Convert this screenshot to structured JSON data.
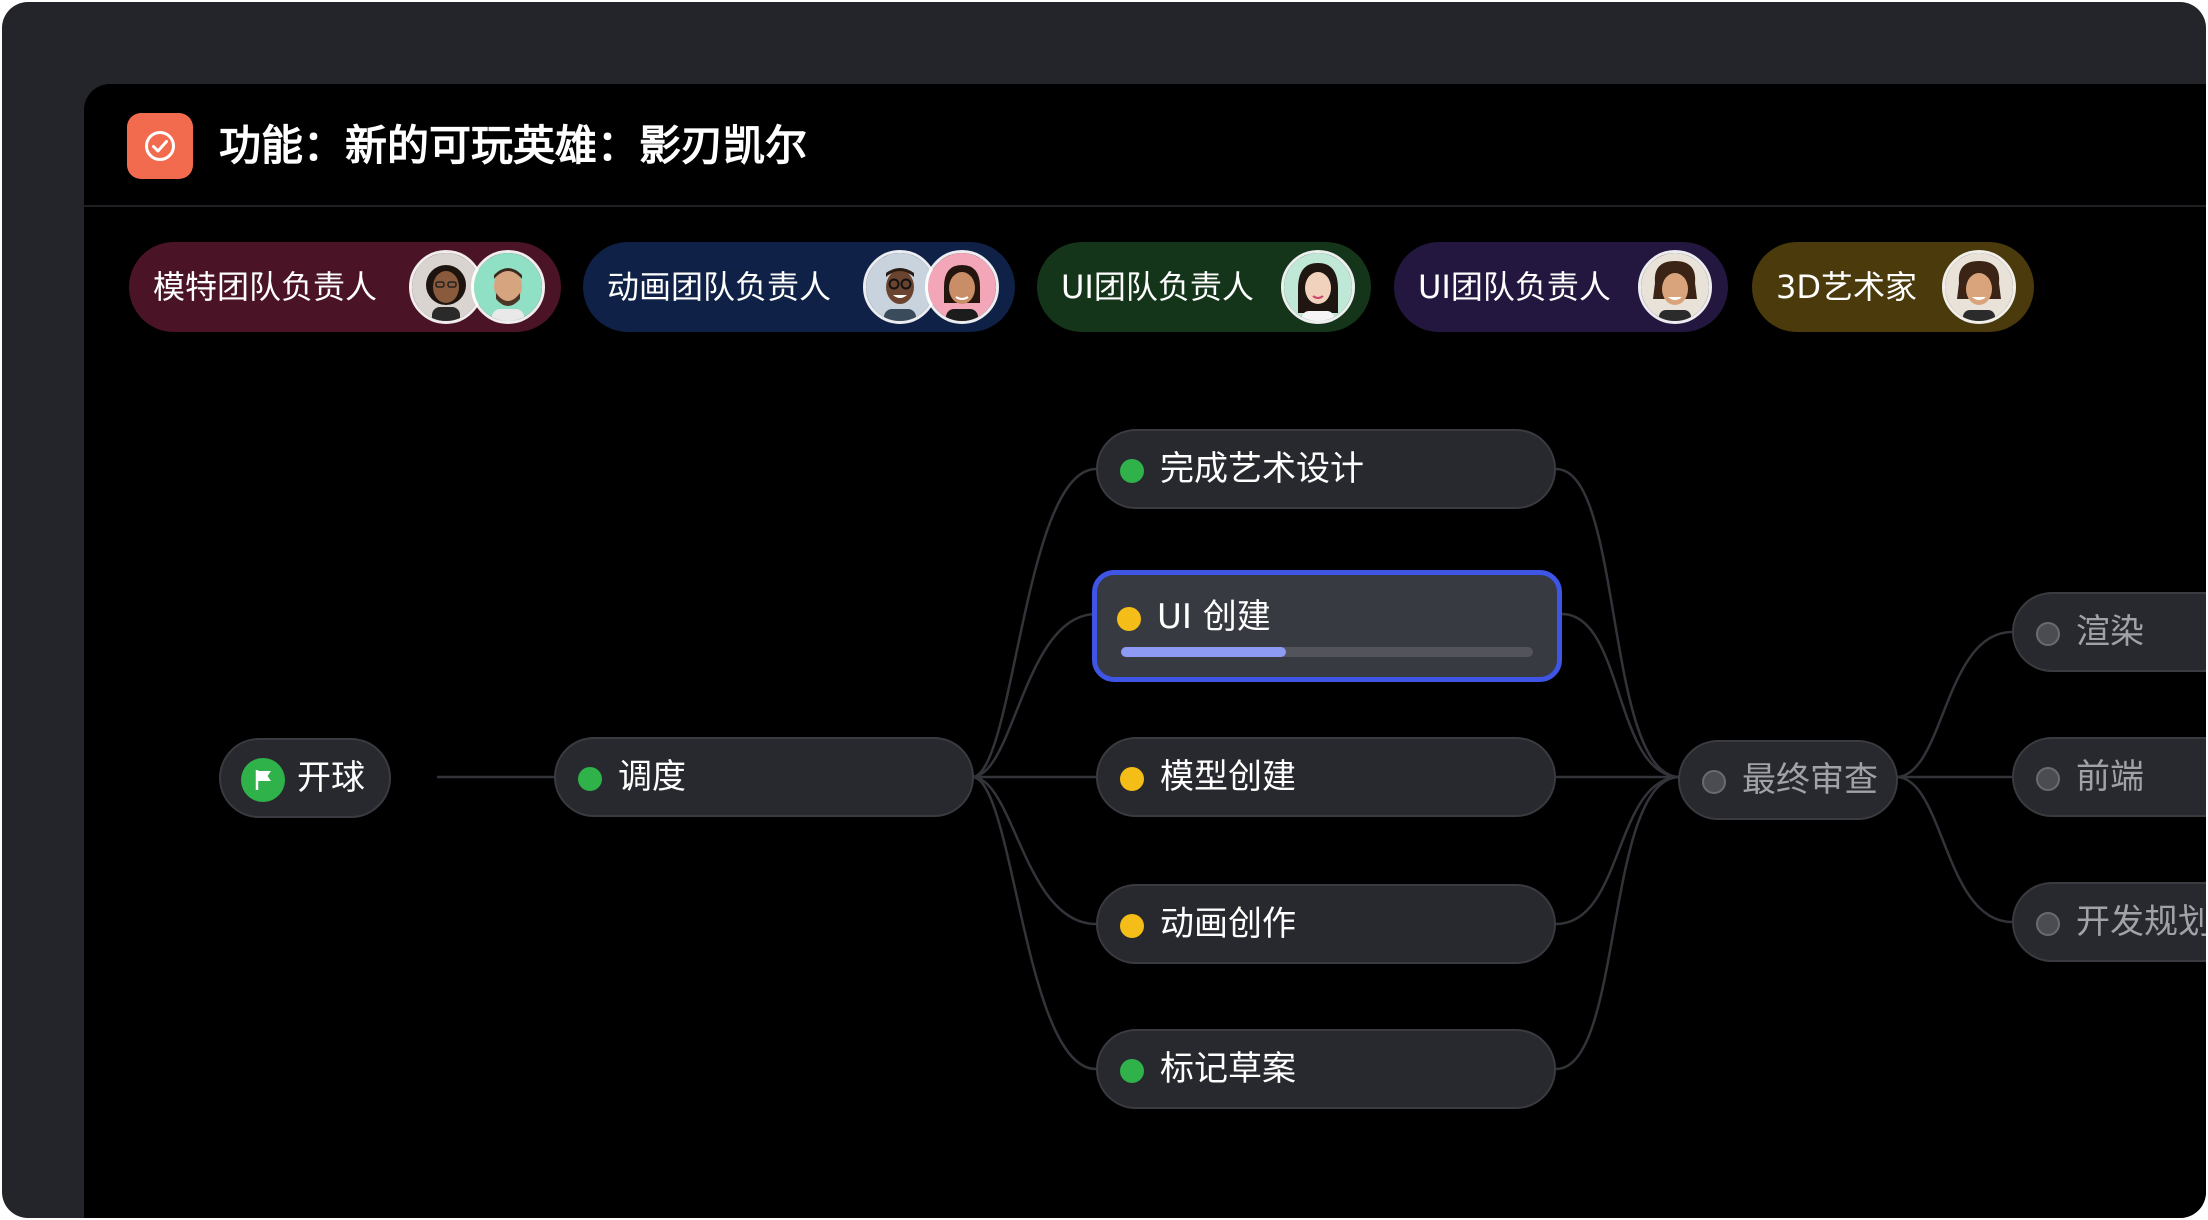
{
  "window": {
    "title": "功能：新的可玩英雄：影刃凯尔",
    "app_icon": "check-circle-icon",
    "accent": "#f26b4f"
  },
  "teams": [
    {
      "label": "模特团队负责人",
      "color": "#4a1426",
      "avatars": 2
    },
    {
      "label": "动画团队负责人",
      "color": "#0f2146",
      "avatars": 2
    },
    {
      "label": "UI团队负责人",
      "color": "#15351a",
      "avatars": 1
    },
    {
      "label": "UI团队负责人",
      "color": "#23173f",
      "avatars": 1
    },
    {
      "label": "3D艺术家",
      "color": "#4a3a0c",
      "avatars": 1
    }
  ],
  "status_colors": {
    "done": "#2fb24a",
    "in_progress": "#f5bd17",
    "pending": "#4b4c52",
    "selected_border": "#3f55e6",
    "progress_fill": "#8d9bf5"
  },
  "nodes": {
    "kickoff": {
      "label": "开球",
      "icon": "flag-icon",
      "status": "done"
    },
    "schedule": {
      "label": "调度",
      "status": "done"
    },
    "art_design": {
      "label": "完成艺术设计",
      "status": "done"
    },
    "ui_build": {
      "label": "UI 创建",
      "status": "in_progress",
      "progress": 0.4
    },
    "model_build": {
      "label": "模型创建",
      "status": "in_progress"
    },
    "animation": {
      "label": "动画创作",
      "status": "in_progress"
    },
    "mark_draft": {
      "label": "标记草案",
      "status": "done"
    },
    "final_review": {
      "label": "最终审查",
      "status": "pending"
    },
    "render": {
      "label": "渲染",
      "status": "pending"
    },
    "frontend": {
      "label": "前端",
      "status": "pending"
    },
    "dev_plan": {
      "label": "开发规划",
      "status": "pending"
    }
  }
}
